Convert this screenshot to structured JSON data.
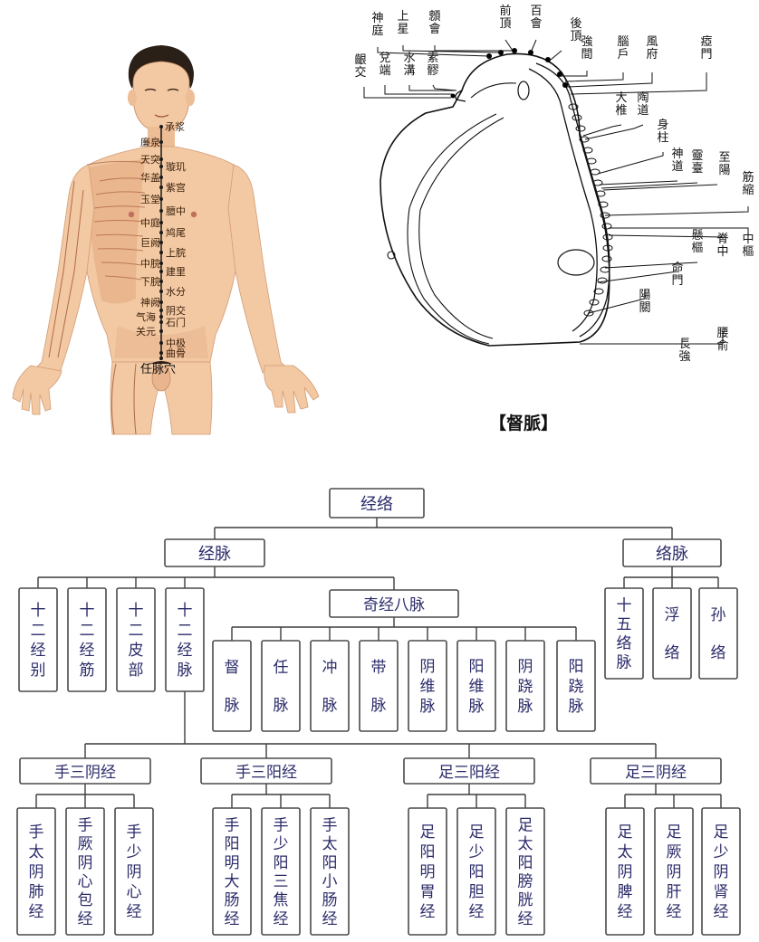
{
  "renmai": {
    "caption": "任脉穴",
    "points_right": [
      "承浆",
      "璇玑",
      "紫宫",
      "膻中",
      "鸠尾",
      "上脘",
      "建里",
      "水分",
      "阴交",
      "石门",
      "中极",
      "曲骨"
    ],
    "points_left": [
      "廉泉",
      "天突",
      "华盖",
      "玉堂",
      "中庭",
      "巨阙",
      "中脘",
      "下脘",
      "神阙",
      "气海",
      "关元"
    ]
  },
  "dumai": {
    "caption": "【督脈】",
    "labels": {
      "shenting": "神庭",
      "shangxing": "上星",
      "xinhui": "顖會",
      "qianding": "前頂",
      "baihui": "百會",
      "houding": "後頂",
      "qiangjian": "強間",
      "naohu": "腦戶",
      "fengfu": "風府",
      "yamen": "瘂門",
      "yinjiao": "齦交",
      "duiduan": "兌端",
      "shuigou": "水溝",
      "suliao": "素髎",
      "dazhui": "大椎",
      "taodao": "陶道",
      "shenzhu": "身柱",
      "shendao": "神道",
      "lingtai": "靈臺",
      "zhiyang": "至陽",
      "jinsuo": "筋縮",
      "jizhong": "脊中",
      "zhongshu": "中樞",
      "xuanshu": "懸樞",
      "mingmen": "命門",
      "yangguan": "陽關",
      "yaoshu": "腰俞",
      "changqiang": "長強"
    }
  },
  "tree": {
    "root": "经络",
    "jingmai": "经脉",
    "luomai": "络脉",
    "qijing": "奇经八脉",
    "jingmai_children": [
      "十二经别",
      "十二经筋",
      "十二皮部",
      "十二经脉"
    ],
    "qijing_children": [
      "督脉",
      "任脉",
      "冲脉",
      "带脉",
      "阴维脉",
      "阳维脉",
      "阴跷脉",
      "阳跷脉"
    ],
    "luomai_children": [
      "十五络脉",
      "浮络",
      "孙络"
    ],
    "groups": [
      {
        "label": "手三阴经",
        "children": [
          "手太阴肺经",
          "手厥阴心包经",
          "手少阴心经"
        ]
      },
      {
        "label": "手三阳经",
        "children": [
          "手阳明大肠经",
          "手少阳三焦经",
          "手太阳小肠经"
        ]
      },
      {
        "label": "足三阳经",
        "children": [
          "足阳明胃经",
          "足少阳胆经",
          "足太阳膀胱经"
        ]
      },
      {
        "label": "足三阴经",
        "children": [
          "足太阴脾经",
          "足厥阴肝经",
          "足少阴肾经"
        ]
      }
    ]
  },
  "colors": {
    "box_border": "#4a4a4a",
    "box_text": "#2b2b6a",
    "skin": "#f2c9a3",
    "skin_shade": "#e3a57d",
    "hair": "#2a2018"
  }
}
